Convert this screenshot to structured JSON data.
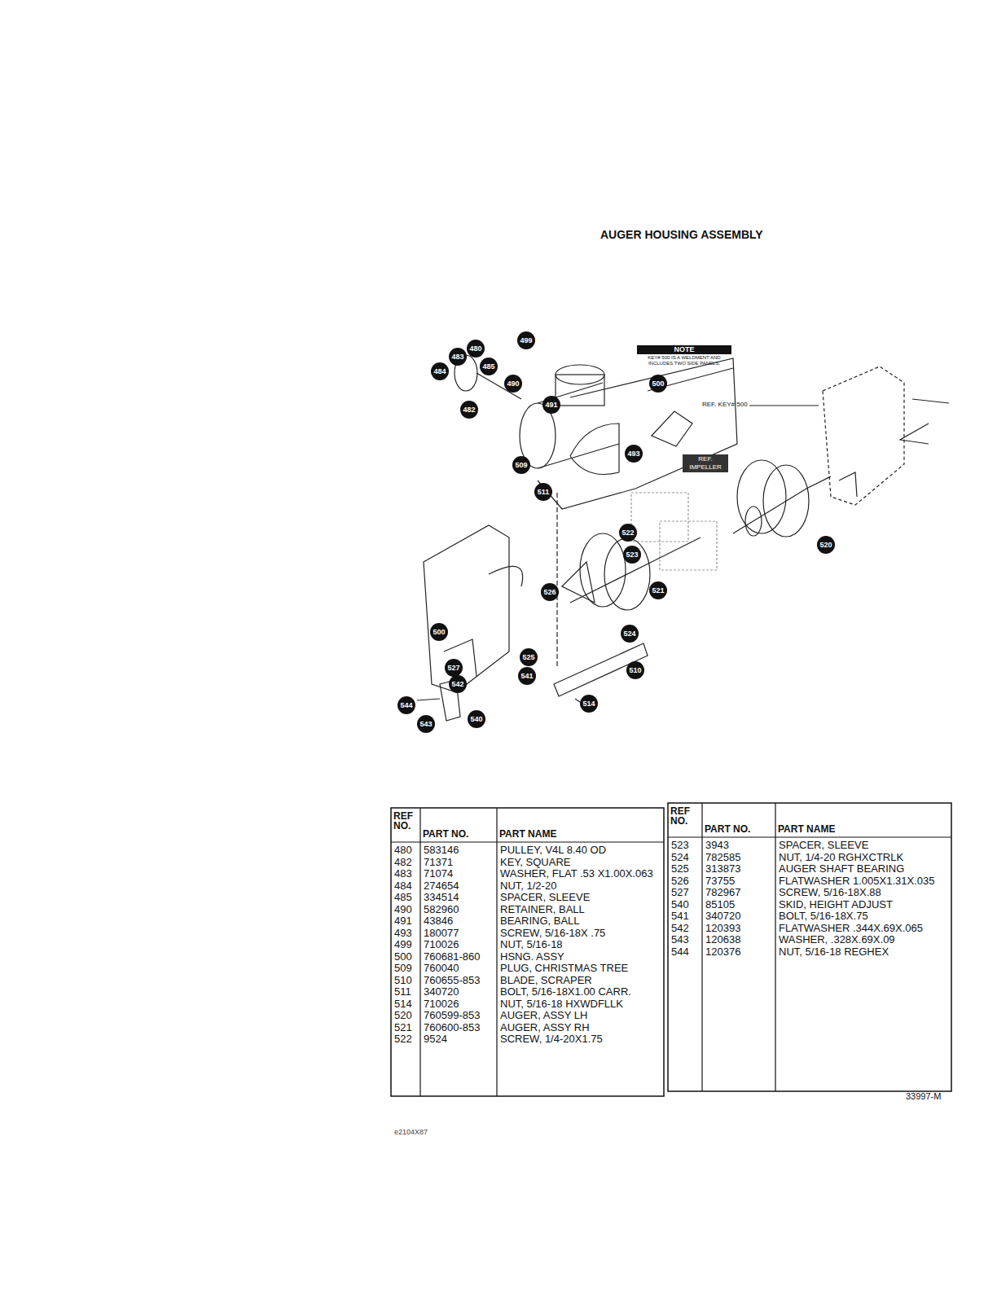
{
  "diagram": {
    "title": "AUGER HOUSING ASSEMBLY",
    "labels": [
      "NOTE",
      "KEY# 500 IS A WELDMENT AND INCLUDES TWO SIDE PANELS.",
      "REF. KEY# 500",
      "REF. IMPELLER",
      "480",
      "483",
      "484",
      "485",
      "499",
      "490",
      "482",
      "491",
      "500",
      "493",
      "509",
      "511",
      "522",
      "523",
      "520",
      "521",
      "526",
      "524",
      "500",
      "525",
      "527",
      "541",
      "542",
      "510",
      "544",
      "543",
      "540",
      "514",
      "REF NO.",
      "PART NO.",
      "PART NAME",
      "REF NO.",
      "PART NO.",
      "PART NAME",
      "480",
      "583146",
      "PULLEY, V4L 8.40 OD",
      "482",
      "71371",
      "KEY, SQUARE",
      "483",
      "71074",
      "WASHER, FLAT .53 X1.00X.063",
      "484",
      "274654",
      "NUT, 1/2-20",
      "485",
      "334514",
      "SPACER, SLEEVE",
      "490",
      "582960",
      "RETAINER, BALL",
      "491",
      "43846",
      "BEARING, BALL",
      "493",
      "180077",
      "SCREW, 5/16-18X .75",
      "499",
      "710026",
      "NUT, 5/16-18",
      "500",
      "760681-860",
      "HSNG. ASSY",
      "509",
      "760040",
      "PLUG, CHRISTMAS TREE",
      "510",
      "760655-853",
      "BLADE, SCRAPER",
      "511",
      "340720",
      "BOLT, 5/16-18X1.00 CARR.",
      "514",
      "710026",
      "NUT, 5/16-18 HXWDFLLK",
      "520",
      "760599-853",
      "AUGER, ASSY LH",
      "521",
      "760600-853",
      "AUGER, ASSY RH",
      "522",
      "9524",
      "SCREW, 1/4-20X1.75",
      "523",
      "3943",
      "SPACER, SLEEVE",
      "524",
      "782585",
      "NUT, 1/4-20 RGHXCTRLK",
      "525",
      "313873",
      "AUGER SHAFT BEARING",
      "526",
      "73755",
      "FLATWASHER 1.005X1.31X.035",
      "527",
      "782967",
      "SCREW, 5/16-18X.88",
      "540",
      "85105",
      "SKID, HEIGHT ADJUST",
      "541",
      "340720",
      "BOLT, 5/16-18X.75",
      "542",
      "120393",
      "FLATWASHER .344X.69X.065",
      "543",
      "120638",
      "WASHER, .328X.69X.09",
      "544",
      "120376",
      "NUT, 5/16-18 REGHEX",
      "33997-M",
      "e2104X87"
    ]
  }
}
